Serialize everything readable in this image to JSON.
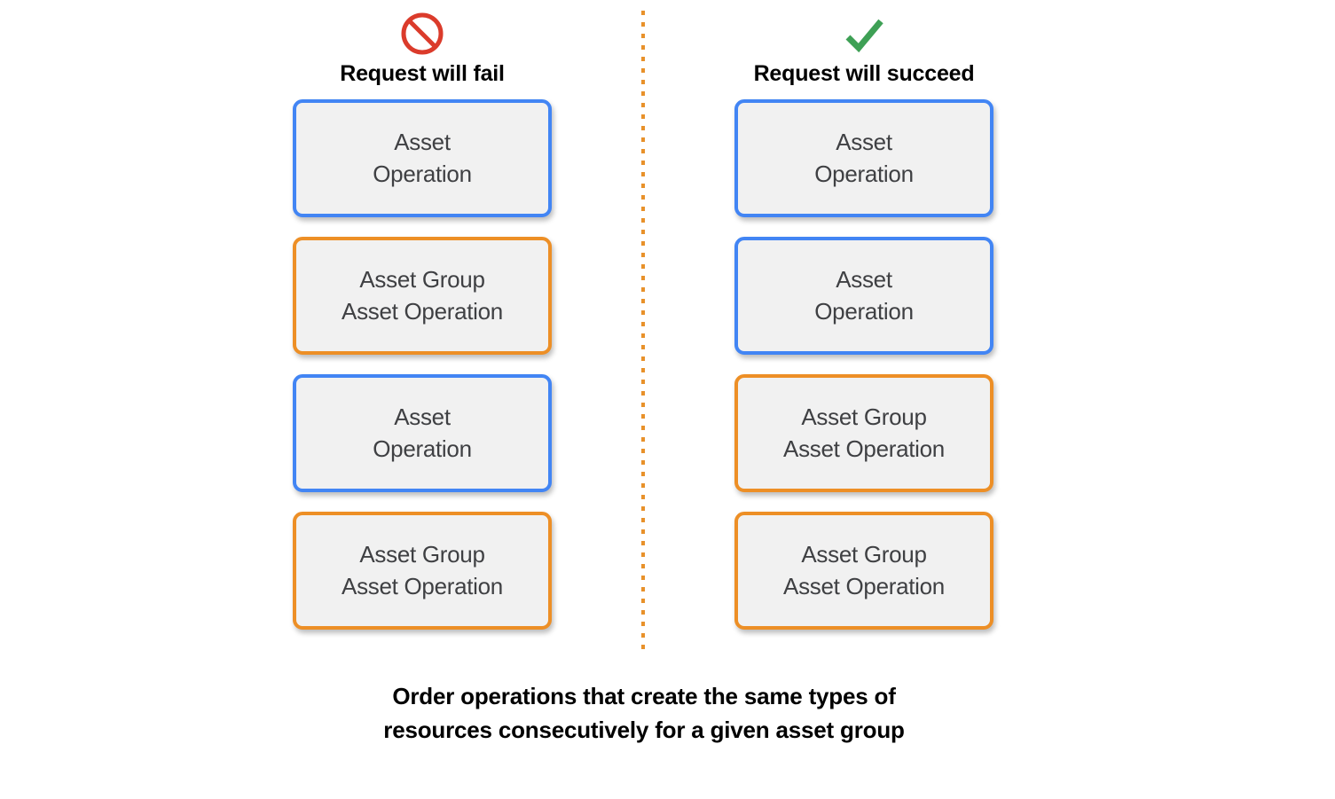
{
  "colors": {
    "background": "#ffffff",
    "box_fill": "#f1f1f1",
    "box_text": "#3f4043",
    "asset_operation_border": "#4285f4",
    "asset_group_border": "#ed8f26",
    "divider": "#e8912a",
    "fail_icon": "#db3b2b",
    "success_icon": "#3ea055",
    "caption_text": "#000000"
  },
  "columns": [
    {
      "id": "fail",
      "icon_name": "prohibition-icon",
      "title": "Request will fail",
      "boxes": [
        {
          "label": "Asset\nOperation",
          "type": "asset-operation"
        },
        {
          "label": "Asset Group\nAsset Operation",
          "type": "asset-group-asset-operation"
        },
        {
          "label": "Asset\nOperation",
          "type": "asset-operation"
        },
        {
          "label": "Asset Group\nAsset Operation",
          "type": "asset-group-asset-operation"
        }
      ]
    },
    {
      "id": "succeed",
      "icon_name": "checkmark-icon",
      "title": "Request will succeed",
      "boxes": [
        {
          "label": "Asset\nOperation",
          "type": "asset-operation"
        },
        {
          "label": "Asset\nOperation",
          "type": "asset-operation"
        },
        {
          "label": "Asset Group\nAsset Operation",
          "type": "asset-group-asset-operation"
        },
        {
          "label": "Asset Group\nAsset Operation",
          "type": "asset-group-asset-operation"
        }
      ]
    }
  ],
  "caption": "Order operations that create the same types of\nresources consecutively for a given asset group"
}
